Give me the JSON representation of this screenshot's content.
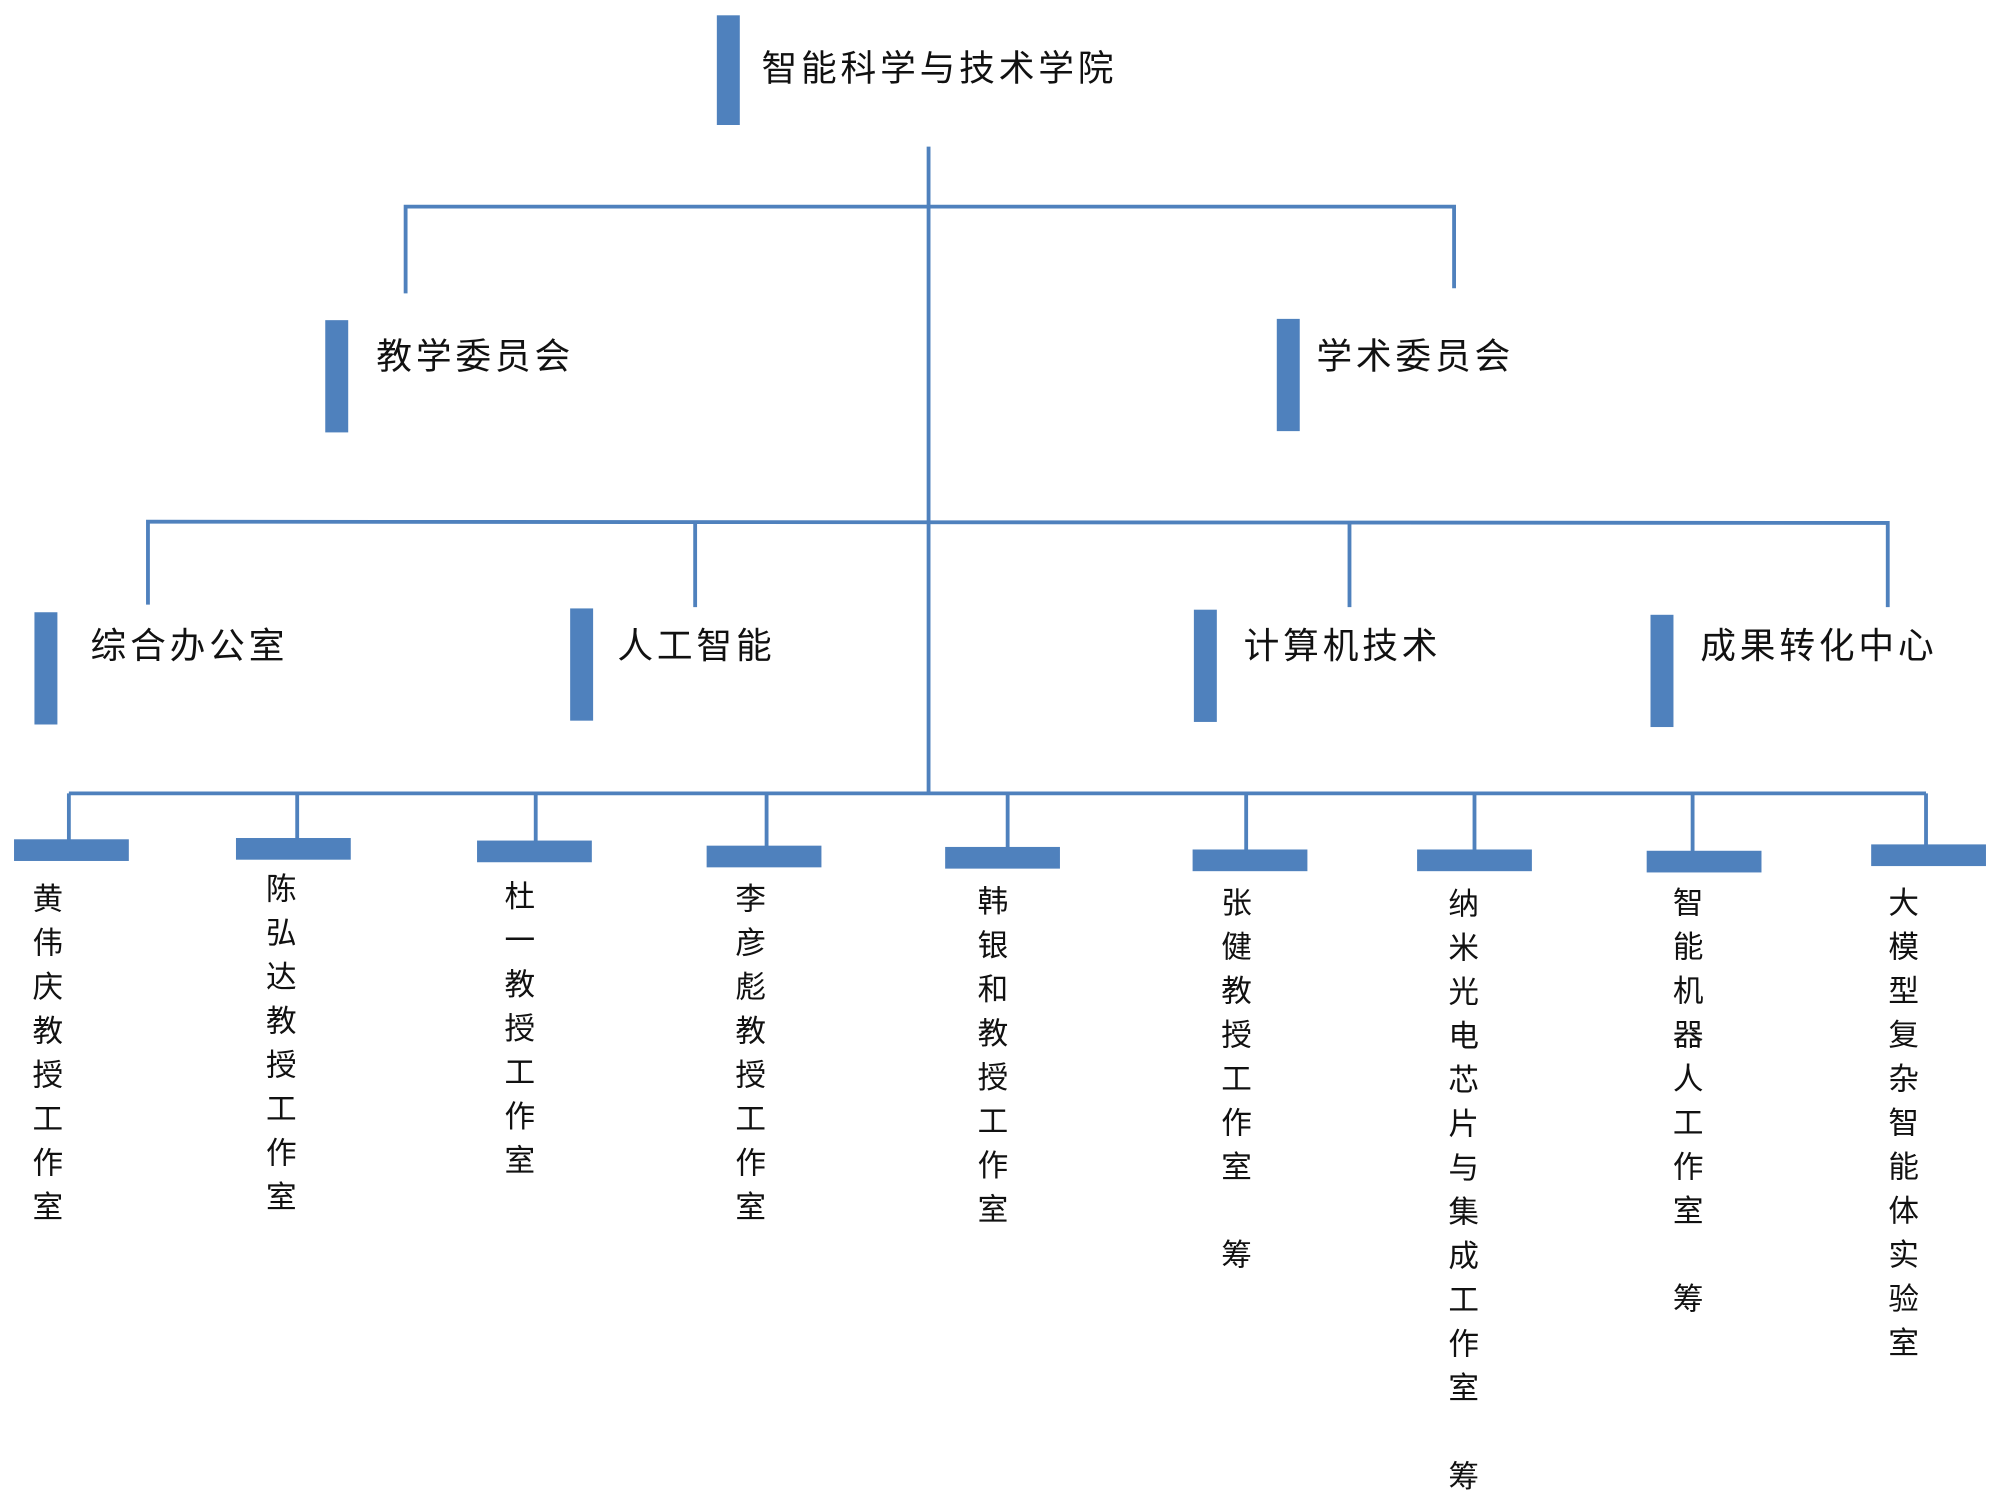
{
  "colors": {
    "accent": "#4f81bd",
    "text": "#111111"
  },
  "root": {
    "label": "智能科学与技术学院"
  },
  "committees": [
    {
      "label": "教学委员会"
    },
    {
      "label": "学术委员会"
    }
  ],
  "departments": [
    {
      "label": "综合办公室"
    },
    {
      "label": "人工智能"
    },
    {
      "label": "计算机技术"
    },
    {
      "label": "成果转化中心"
    }
  ],
  "studios": [
    {
      "label": "黄伟庆教授工作室"
    },
    {
      "label": "陈弘达教授工作室"
    },
    {
      "label": "杜一教授工作室"
    },
    {
      "label": "李彦彪教授工作室"
    },
    {
      "label": "韩银和教授工作室"
    },
    {
      "label": "张健教授工作室　筹"
    },
    {
      "label": "纳米光电芯片与集成工作室　筹"
    },
    {
      "label": "智能机器人工作室　筹"
    },
    {
      "label": "大模型复杂智能体实验室"
    }
  ]
}
